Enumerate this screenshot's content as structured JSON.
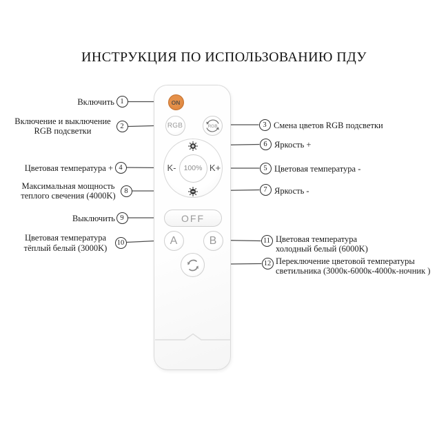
{
  "title": "ИНСТРУКЦИЯ ПО ИСПОЛЬЗОВАНИЮ ПДУ",
  "remote": {
    "on_label": "ON",
    "rgb_label": "RGB",
    "rgb_cycle_label": "RGB",
    "k_minus": "K-",
    "k_plus": "K+",
    "center_percent": "100%",
    "off_label": "OFF",
    "a_label": "A",
    "b_label": "B"
  },
  "colors": {
    "on_button_fill": "#DA8138",
    "on_button_border": "#C4702E",
    "button_border": "#CFCFCF",
    "button_text": "#9A9A9A",
    "callout_line": "#4D4D4D"
  },
  "icons": {
    "brightness_up": "sun-plus-icon",
    "brightness_down": "sun-minus-icon",
    "rgb_cycle": "rgb-rotate-icon",
    "temp_cycle": "refresh-icon"
  },
  "callouts": {
    "c1": {
      "num": "1",
      "label": "Включить"
    },
    "c2": {
      "num": "2",
      "label": "Включение и выключение\nRGB подсветки"
    },
    "c3": {
      "num": "3",
      "label": "Смена цветов RGB подсветки"
    },
    "c4": {
      "num": "4",
      "label": "Цветовая температура +"
    },
    "c5": {
      "num": "5",
      "label": "Цветовая температура -"
    },
    "c6": {
      "num": "6",
      "label": "Яркость +"
    },
    "c7": {
      "num": "7",
      "label": "Яркость -"
    },
    "c8": {
      "num": "8",
      "label": "Максимальная мощность\nтеплого свечения (4000K)"
    },
    "c9": {
      "num": "9",
      "label": "Выключить"
    },
    "c10": {
      "num": "10",
      "label": "Цветовая температура\nтёплый белый (3000K)"
    },
    "c11": {
      "num": "11",
      "label": "Цветовая температура\nхолодный белый (6000K)"
    },
    "c12": {
      "num": "12",
      "label": "Переключение цветовой температуры\nсветильника (3000к-6000к-4000к-ночник )"
    }
  }
}
